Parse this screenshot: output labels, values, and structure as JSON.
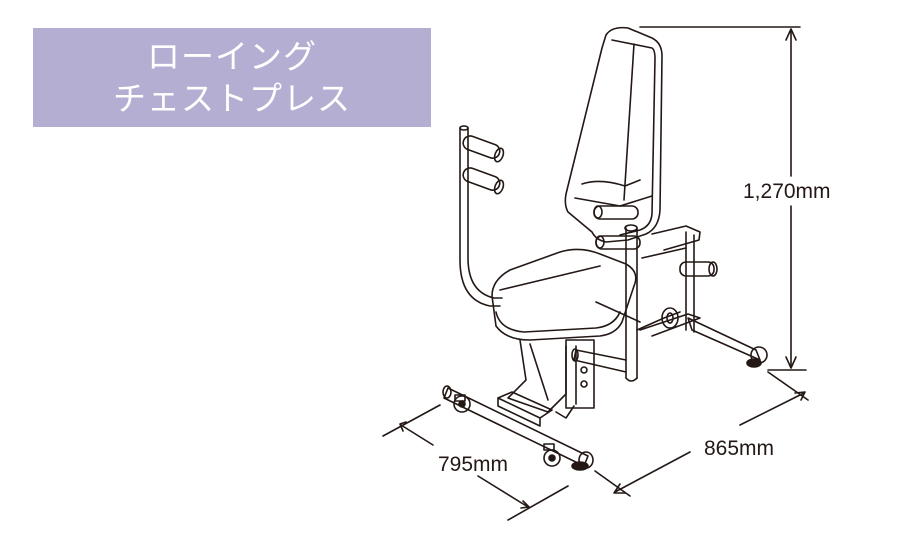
{
  "title": {
    "line1": "ローイング",
    "line2": "チェストプレス",
    "background_color": "#b5aed3"
  },
  "dimensions": {
    "height": "1,270mm",
    "depth": "795mm",
    "width": "865mm"
  },
  "line_color": "#231815"
}
